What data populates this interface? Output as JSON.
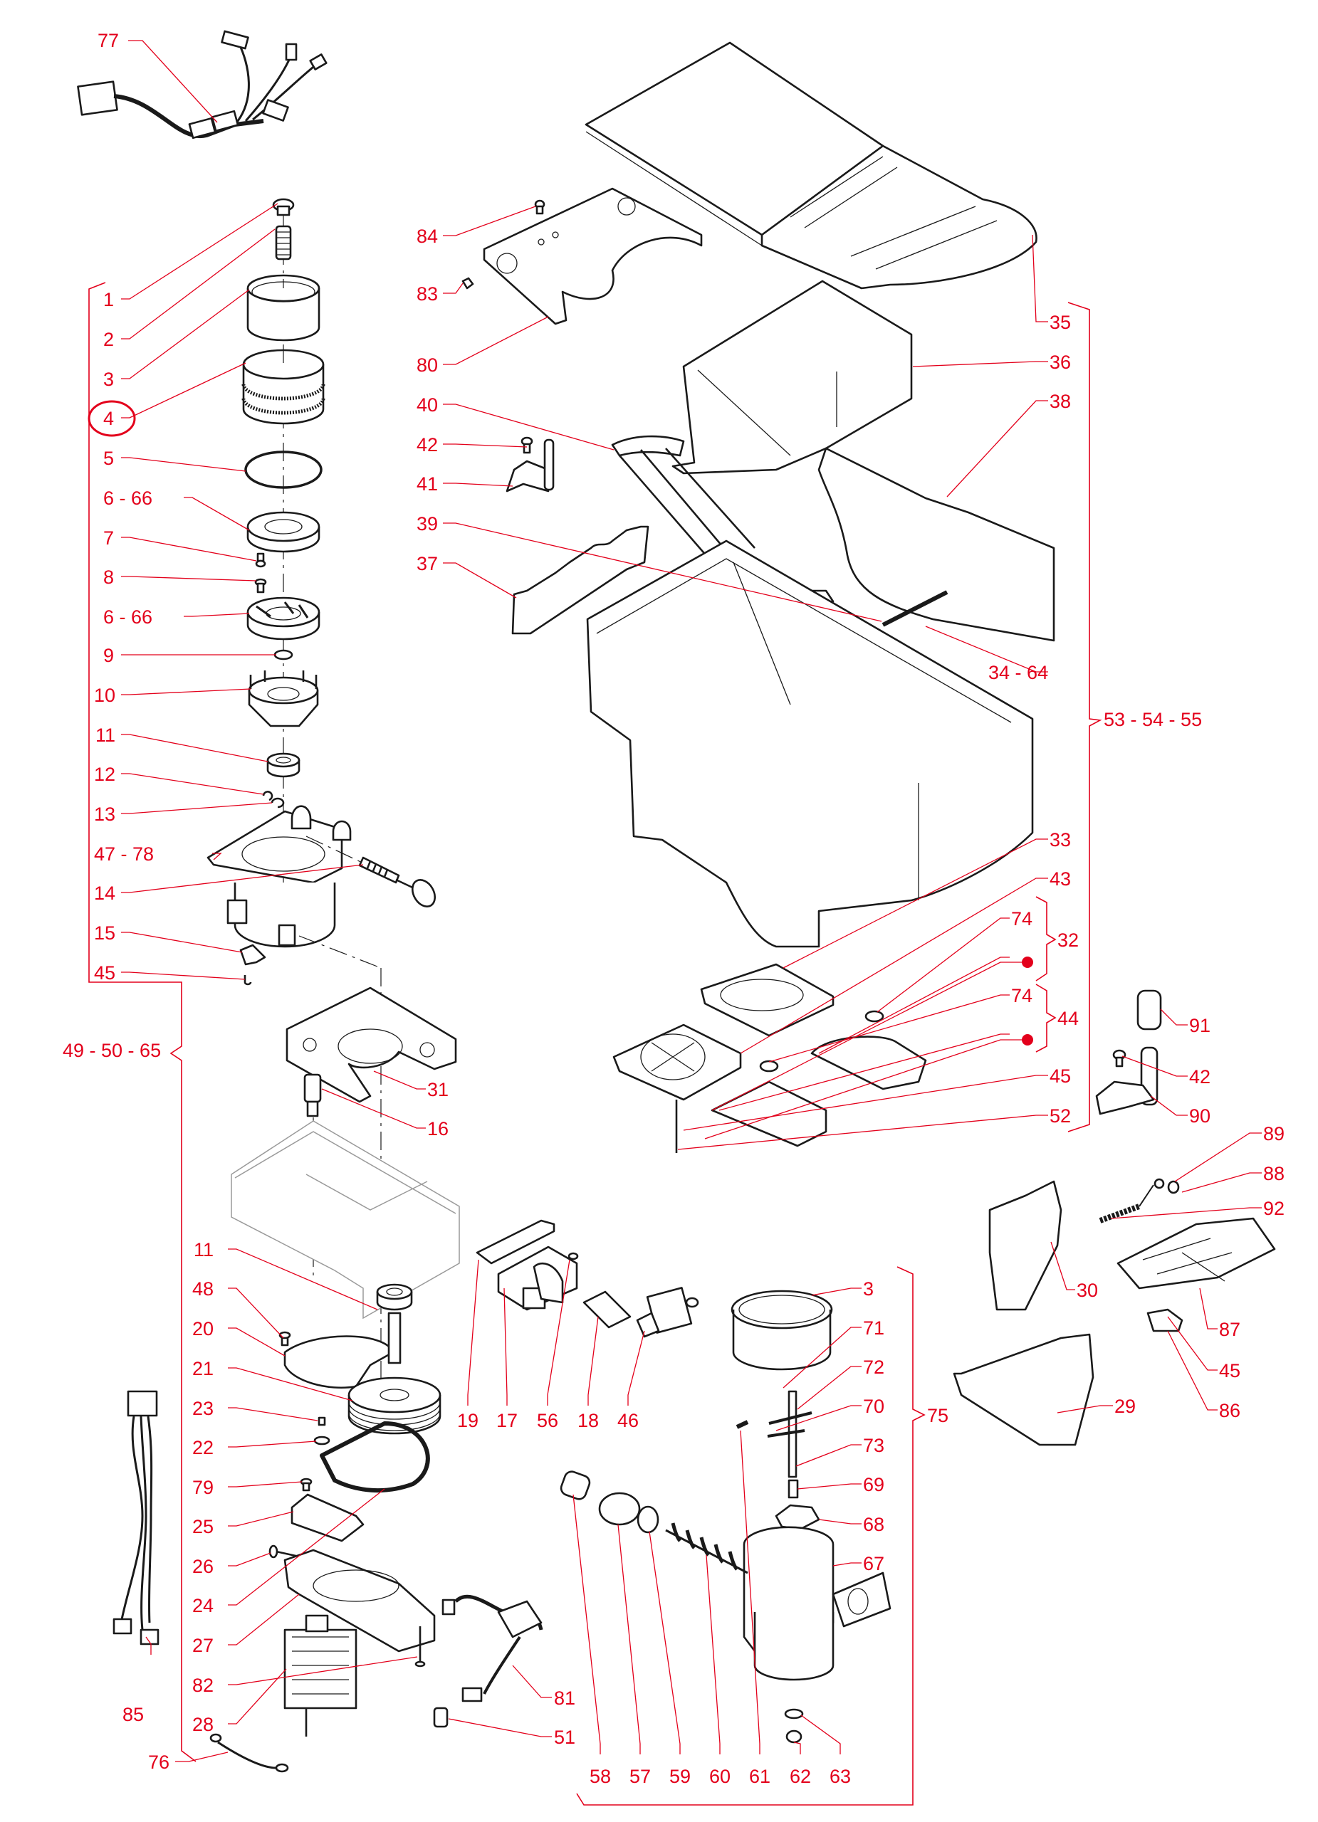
{
  "diagram": {
    "type": "exploded-parts-diagram",
    "accent_color": "#e3001b",
    "line_color": "#1a1a1a",
    "highlighted_callout": "4",
    "callouts": [
      {
        "id": "c77",
        "text": "77"
      },
      {
        "id": "c1",
        "text": "1"
      },
      {
        "id": "c2",
        "text": "2"
      },
      {
        "id": "c3",
        "text": "3"
      },
      {
        "id": "c4",
        "text": "4"
      },
      {
        "id": "c5",
        "text": "5"
      },
      {
        "id": "c6a",
        "text": "6 - 66"
      },
      {
        "id": "c7",
        "text": "7"
      },
      {
        "id": "c8",
        "text": "8"
      },
      {
        "id": "c6b",
        "text": "6 - 66"
      },
      {
        "id": "c9",
        "text": "9"
      },
      {
        "id": "c10",
        "text": "10"
      },
      {
        "id": "c11a",
        "text": "11"
      },
      {
        "id": "c12",
        "text": "12"
      },
      {
        "id": "c13",
        "text": "13"
      },
      {
        "id": "c47",
        "text": "47 - 78"
      },
      {
        "id": "c14",
        "text": "14"
      },
      {
        "id": "c15",
        "text": "15"
      },
      {
        "id": "c45a",
        "text": "45"
      },
      {
        "id": "c49",
        "text": "49 - 50 - 65"
      },
      {
        "id": "c31",
        "text": "31"
      },
      {
        "id": "c16",
        "text": "16"
      },
      {
        "id": "c11b",
        "text": "11"
      },
      {
        "id": "c48",
        "text": "48"
      },
      {
        "id": "c20",
        "text": "20"
      },
      {
        "id": "c21",
        "text": "21"
      },
      {
        "id": "c23",
        "text": "23"
      },
      {
        "id": "c22",
        "text": "22"
      },
      {
        "id": "c79",
        "text": "79"
      },
      {
        "id": "c25",
        "text": "25"
      },
      {
        "id": "c26",
        "text": "26"
      },
      {
        "id": "c24",
        "text": "24"
      },
      {
        "id": "c27",
        "text": "27"
      },
      {
        "id": "c82",
        "text": "82"
      },
      {
        "id": "c28",
        "text": "28"
      },
      {
        "id": "c85",
        "text": "85"
      },
      {
        "id": "c76",
        "text": "76"
      },
      {
        "id": "c81",
        "text": "81"
      },
      {
        "id": "c51",
        "text": "51"
      },
      {
        "id": "c84",
        "text": "84"
      },
      {
        "id": "c83",
        "text": "83"
      },
      {
        "id": "c80",
        "text": "80"
      },
      {
        "id": "c40",
        "text": "40"
      },
      {
        "id": "c42a",
        "text": "42"
      },
      {
        "id": "c41",
        "text": "41"
      },
      {
        "id": "c39",
        "text": "39"
      },
      {
        "id": "c37",
        "text": "37"
      },
      {
        "id": "c35",
        "text": "35"
      },
      {
        "id": "c36",
        "text": "36"
      },
      {
        "id": "c38",
        "text": "38"
      },
      {
        "id": "c34",
        "text": "34 - 64"
      },
      {
        "id": "c53",
        "text": "53 - 54 - 55"
      },
      {
        "id": "c33",
        "text": "33"
      },
      {
        "id": "c43",
        "text": "43"
      },
      {
        "id": "c74a",
        "text": "74"
      },
      {
        "id": "c32",
        "text": "32"
      },
      {
        "id": "c74b",
        "text": "74"
      },
      {
        "id": "c44",
        "text": "44"
      },
      {
        "id": "c45b",
        "text": "45"
      },
      {
        "id": "c52",
        "text": "52"
      },
      {
        "id": "c91",
        "text": "91"
      },
      {
        "id": "c42b",
        "text": "42"
      },
      {
        "id": "c90",
        "text": "90"
      },
      {
        "id": "c89",
        "text": "89"
      },
      {
        "id": "c88",
        "text": "88"
      },
      {
        "id": "c92",
        "text": "92"
      },
      {
        "id": "c30",
        "text": "30"
      },
      {
        "id": "c87",
        "text": "87"
      },
      {
        "id": "c45c",
        "text": "45"
      },
      {
        "id": "c86",
        "text": "86"
      },
      {
        "id": "c29",
        "text": "29"
      },
      {
        "id": "c19",
        "text": "19"
      },
      {
        "id": "c17",
        "text": "17"
      },
      {
        "id": "c56",
        "text": "56"
      },
      {
        "id": "c18",
        "text": "18"
      },
      {
        "id": "c46",
        "text": "46"
      },
      {
        "id": "c3b",
        "text": "3"
      },
      {
        "id": "c71",
        "text": "71"
      },
      {
        "id": "c72",
        "text": "72"
      },
      {
        "id": "c70",
        "text": "70"
      },
      {
        "id": "c73",
        "text": "73"
      },
      {
        "id": "c69",
        "text": "69"
      },
      {
        "id": "c68",
        "text": "68"
      },
      {
        "id": "c67",
        "text": "67"
      },
      {
        "id": "c75",
        "text": "75"
      },
      {
        "id": "c58",
        "text": "58"
      },
      {
        "id": "c57",
        "text": "57"
      },
      {
        "id": "c59",
        "text": "59"
      },
      {
        "id": "c60",
        "text": "60"
      },
      {
        "id": "c61",
        "text": "61"
      },
      {
        "id": "c62",
        "text": "62"
      },
      {
        "id": "c63",
        "text": "63"
      }
    ],
    "components": [
      "wiring-harness",
      "knob",
      "spring",
      "grinder-ring",
      "adjustment-ring-gear",
      "o-ring",
      "upper-burr",
      "screw",
      "lower-burr",
      "washer",
      "burr-carrier",
      "bearing",
      "circlip",
      "grinder-housing",
      "adjust-worm-screw",
      "micro-switch",
      "mounting-bracket",
      "spacer",
      "base-plate",
      "motor-pulley-cover",
      "drive-pulley",
      "drive-belt",
      "belt-tensioner",
      "pulley-housing",
      "motor",
      "ground-cable",
      "power-cable",
      "sensor-cable",
      "bushing",
      "hopper-lid",
      "lid-support-plate",
      "hopper-chute",
      "agitator-blade",
      "hopper-shell",
      "hopper-body",
      "dosing-flap",
      "dosing-plates",
      "solenoid-bracket",
      "dosing-motor",
      "auger-hopper",
      "auger",
      "auger-motor",
      "spout-front",
      "spout-lower",
      "tray-grid",
      "tray-support",
      "latch",
      "lever",
      "lever-sleeve",
      "spring-latch"
    ]
  }
}
